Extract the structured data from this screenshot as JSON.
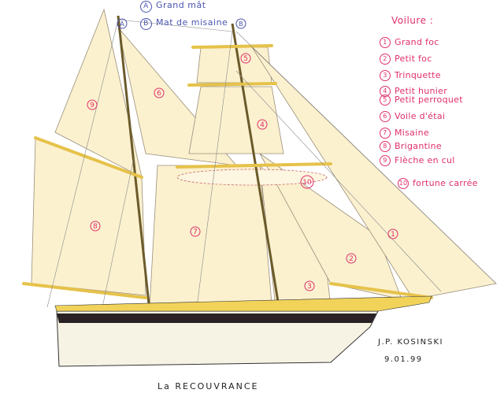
{
  "masts_legend": [
    {
      "letter": "A",
      "label": "Grand mât"
    },
    {
      "letter": "B",
      "label": "Mat de misaine"
    }
  ],
  "mast_markers": [
    "A",
    "B"
  ],
  "sails_title": "Voilure :",
  "sails": [
    {
      "num": "1",
      "label": "Grand foc"
    },
    {
      "num": "2",
      "label": "Petit foc"
    },
    {
      "num": "3",
      "label": "Trinquette"
    },
    {
      "num": "4",
      "label": "Petit hunier"
    },
    {
      "num": "5",
      "label": "Petit perroquet"
    },
    {
      "num": "6",
      "label": "Voile d'étai"
    },
    {
      "num": "7",
      "label": "Misaine"
    },
    {
      "num": "8",
      "label": "Brigantine"
    },
    {
      "num": "9",
      "label": "Flèche en cul"
    },
    {
      "num": "10",
      "label": "fortune carrée"
    }
  ],
  "signature": "J.P. KOSINSKI",
  "date": "9.01.99",
  "ship_name": "La RECOUVRANCE",
  "colors": {
    "mast_ink": "#4a55b0",
    "sail_ink": "#e0306a",
    "sail_fill": "#fbf1cf",
    "spar": "#e6c24a",
    "hull_band": "#2a2124",
    "hull_cream": "#f7f3e4",
    "hull_yellow": "#f2d35a"
  }
}
